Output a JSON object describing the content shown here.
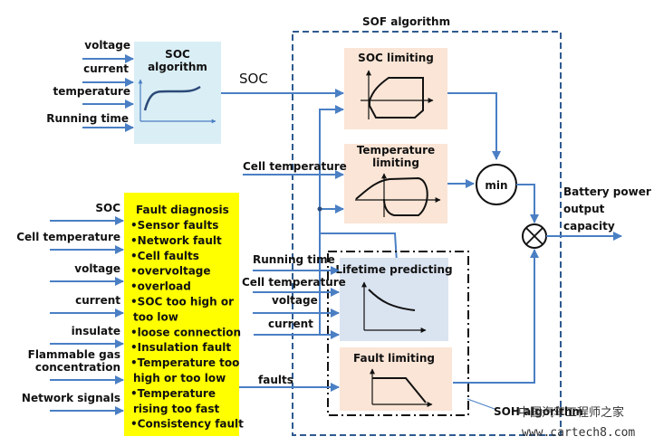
{
  "colors": {
    "arrow": "#4a7fc4",
    "dashed_border": "#2e5a90",
    "soc_box": "#daeef5",
    "limit_box": "#fbe5d6",
    "lifetime_box": "#dae3f0",
    "fault_diag_box": "#ffff00"
  },
  "soc_algorithm": {
    "title_line1": "SOC",
    "title_line2": "algorithm",
    "inputs": [
      "voltage",
      "current",
      "temperature",
      "Running time"
    ],
    "output_label": "SOC"
  },
  "sof_algorithm": {
    "title": "SOF algorithm",
    "soc_limiting": {
      "title": "SOC limiting"
    },
    "temperature_limiting": {
      "title_line1": "Temperature",
      "title_line2": "limiting",
      "input": "Cell temperature"
    },
    "min_node": "min",
    "multiply_node": "⊗",
    "output_lines": [
      "Battery power",
      "output",
      "capacity"
    ]
  },
  "soh_algorithm": {
    "label": "SOH algorithm",
    "lifetime_predicting": {
      "title": "Lifetime predicting",
      "inputs": [
        "Running time",
        "Cell temperature",
        "voltage",
        "current"
      ]
    },
    "fault_limiting": {
      "title": "Fault limiting",
      "input": "faults"
    }
  },
  "fault_diagnosis": {
    "title": "Fault  diagnosis",
    "inputs": [
      [
        "SOC"
      ],
      [
        "Cell temperature"
      ],
      [
        "voltage"
      ],
      [
        "current"
      ],
      [
        "insulate"
      ],
      [
        "Flammable gas",
        "concentration"
      ],
      [
        "Network signals"
      ]
    ],
    "items": [
      "•Sensor faults",
      "•Network fault",
      "•Cell faults",
      "•overvoltage",
      "•overload",
      "•SOC too high or",
      "too low",
      "•loose connection",
      "•Insulation fault",
      "•Temperature too",
      "high or too low",
      "•Temperature",
      "rising too fast",
      "•Consistency fault"
    ]
  },
  "watermark": {
    "line1": "中国汽车工程师之家",
    "line2": "www.cartech8.com"
  }
}
